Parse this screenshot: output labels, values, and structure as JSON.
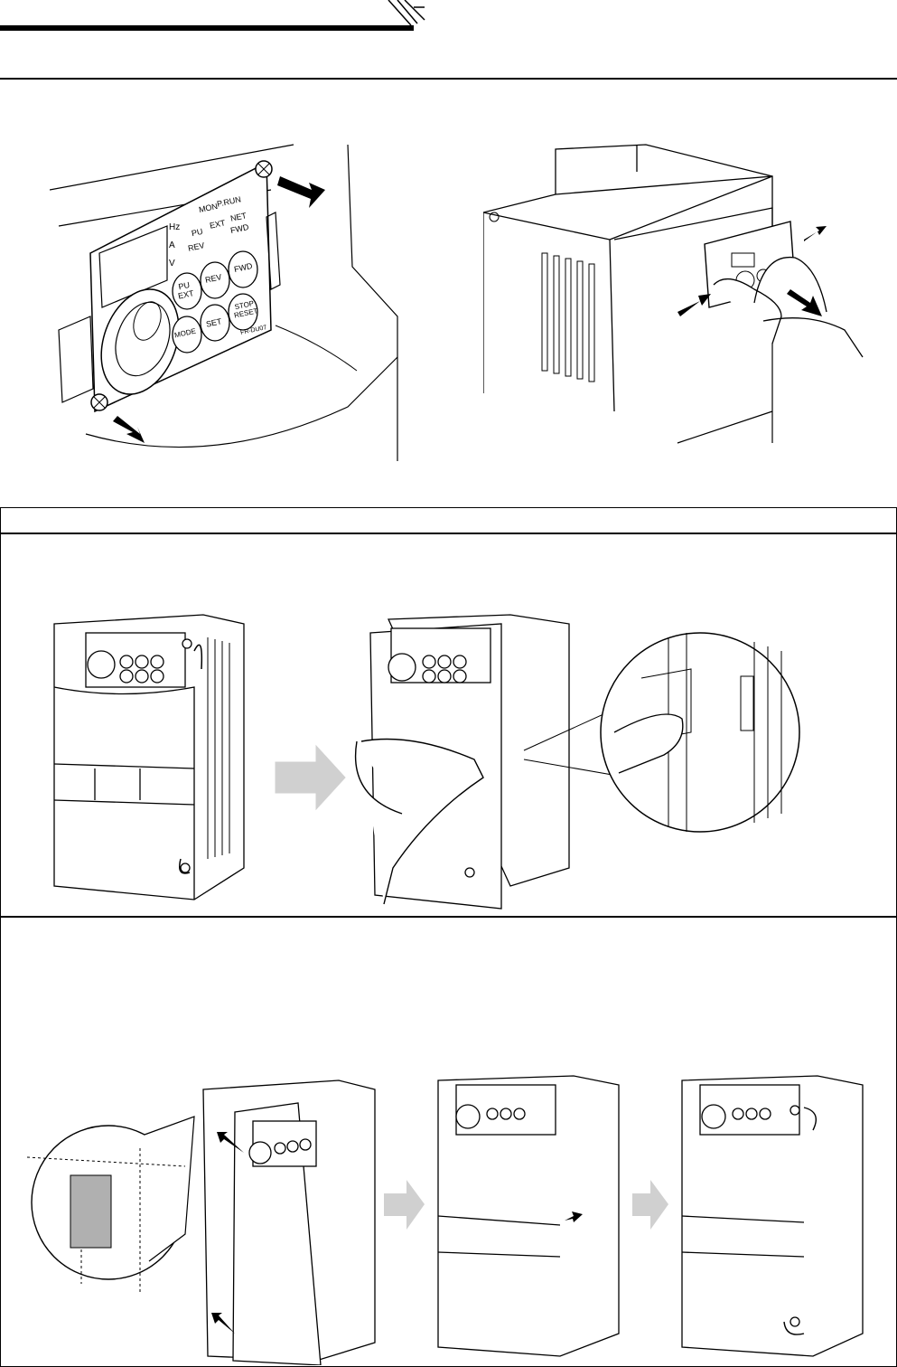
{
  "operation_panel": {
    "unit_labels": [
      "Hz",
      "A",
      "V"
    ],
    "indicators": {
      "mon": "MON",
      "prun": "P.RUN",
      "pu": "PU",
      "ext": "EXT",
      "net": "NET",
      "rev": "REV",
      "fwd": "FWD"
    },
    "keys": {
      "pu_ext_line1": "PU",
      "pu_ext_line2": "EXT",
      "rev": "REV",
      "fwd": "FWD",
      "mode": "MODE",
      "set": "SET",
      "stop_line1": "STOP",
      "stop_line2": "RESET"
    },
    "model_label": "FR-DU07"
  },
  "colors": {
    "line": "#000000",
    "arrow_fill": "#d0d0d0",
    "highlight": "#b0b0b0"
  }
}
